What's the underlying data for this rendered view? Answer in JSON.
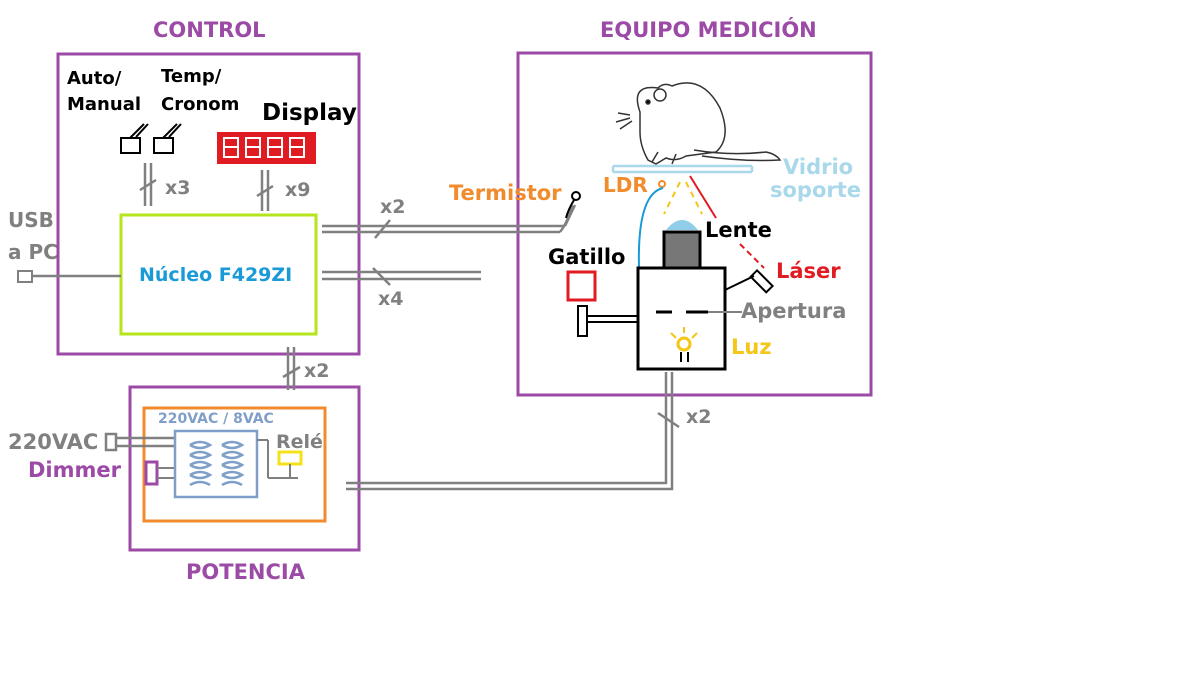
{
  "sections": {
    "control": "CONTROL",
    "equipo": "EQUIPO MEDICIÓN",
    "potencia": "POTENCIA"
  },
  "control": {
    "switch1_line1": "Auto/",
    "switch1_line2": "Manual",
    "switch2_line1": "Temp/",
    "switch2_line2": "Cronom",
    "display": "Display",
    "mcu": "Núcleo F429ZI",
    "usb_line1": "USB",
    "usb_line2": "a PC"
  },
  "equipo": {
    "vidrio_line1": "Vidrio",
    "vidrio_line2": "soporte",
    "termistor": "Termistor",
    "ldr": "LDR",
    "lente": "Lente",
    "gatillo": "Gatillo",
    "laser": "Láser",
    "apertura": "Apertura",
    "luz": "Luz"
  },
  "potencia": {
    "ac_in": "220VAC",
    "dimmer": "Dimmer",
    "transformer": "220VAC / 8VAC",
    "rele": "Relé"
  },
  "bus_counts": {
    "switches": "x3",
    "display": "x9",
    "termistor": "x2",
    "equipo_bus": "x4",
    "control_potencia": "x2",
    "potencia_equipo": "x2"
  },
  "colors": {
    "section": "#9b4aa5",
    "potencia_inner": "#f08c2e",
    "mcu_border": "#b5e61d",
    "mcu_text": "#1a9ad6",
    "wire": "#808080",
    "display": "#e11b22",
    "laser": "#e11b22",
    "ldr": "#f08c2e",
    "luz": "#f5c518",
    "vidrio": "#a8d8ea",
    "transformer": "#7f9fc8",
    "rele": "#f5e11a"
  }
}
